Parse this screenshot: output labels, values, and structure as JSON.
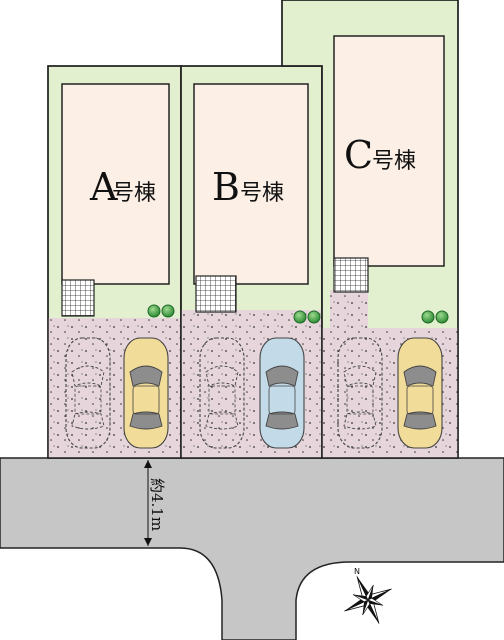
{
  "buildings": [
    {
      "letter": "A",
      "suffix": "号棟"
    },
    {
      "letter": "B",
      "suffix": "号棟"
    },
    {
      "letter": "C",
      "suffix": "号棟"
    }
  ],
  "road": {
    "width_label": "約4.1m"
  },
  "compass": {
    "north_label": "N"
  },
  "colors": {
    "lawn": "#e3f0cf",
    "house": "#fcefe6",
    "parking": "#e6d6dc",
    "road": "#c6c6c6",
    "car_gold": "#f2dc9a",
    "car_blue": "#c3dbe8",
    "tree": "#3fa341"
  }
}
